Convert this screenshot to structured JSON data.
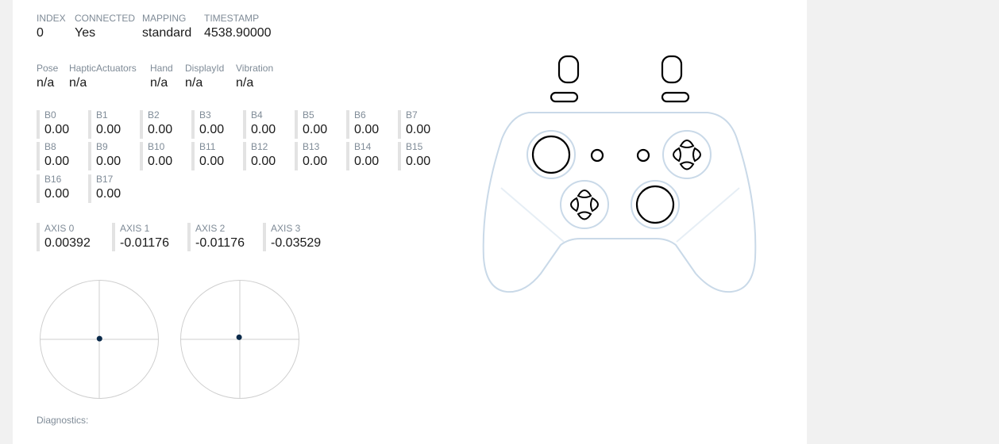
{
  "status": {
    "index": {
      "label": "INDEX",
      "value": "0"
    },
    "connected": {
      "label": "CONNECTED",
      "value": "Yes"
    },
    "mapping": {
      "label": "MAPPING",
      "value": "standard"
    },
    "timestamp": {
      "label": "TIMESTAMP",
      "value": "4538.90000"
    }
  },
  "extras": [
    {
      "label": "Pose",
      "value": "n/a"
    },
    {
      "label": "HapticActuators",
      "value": "n/a"
    },
    {
      "label": "Hand",
      "value": "n/a"
    },
    {
      "label": "DisplayId",
      "value": "n/a"
    },
    {
      "label": "Vibration",
      "value": "n/a"
    }
  ],
  "buttons": [
    {
      "label": "B0",
      "value": "0.00"
    },
    {
      "label": "B1",
      "value": "0.00"
    },
    {
      "label": "B2",
      "value": "0.00"
    },
    {
      "label": "B3",
      "value": "0.00"
    },
    {
      "label": "B4",
      "value": "0.00"
    },
    {
      "label": "B5",
      "value": "0.00"
    },
    {
      "label": "B6",
      "value": "0.00"
    },
    {
      "label": "B7",
      "value": "0.00"
    },
    {
      "label": "B8",
      "value": "0.00"
    },
    {
      "label": "B9",
      "value": "0.00"
    },
    {
      "label": "B10",
      "value": "0.00"
    },
    {
      "label": "B11",
      "value": "0.00"
    },
    {
      "label": "B12",
      "value": "0.00"
    },
    {
      "label": "B13",
      "value": "0.00"
    },
    {
      "label": "B14",
      "value": "0.00"
    },
    {
      "label": "B15",
      "value": "0.00"
    },
    {
      "label": "B16",
      "value": "0.00"
    },
    {
      "label": "B17",
      "value": "0.00"
    }
  ],
  "axes": [
    {
      "label": "AXIS 0",
      "value": "0.00392"
    },
    {
      "label": "AXIS 1",
      "value": "-0.01176"
    },
    {
      "label": "AXIS 2",
      "value": "-0.01176"
    },
    {
      "label": "AXIS 3",
      "value": "-0.03529"
    }
  ],
  "sticks": [
    {
      "x": 0.00392,
      "y": -0.01176
    },
    {
      "x": -0.01176,
      "y": -0.03529
    }
  ],
  "diagnostics_label": "Diagnostics:",
  "colors": {
    "controller_outline": "#c9d9e8",
    "active": "#000000",
    "stick_dot": "#0a2a4a"
  }
}
